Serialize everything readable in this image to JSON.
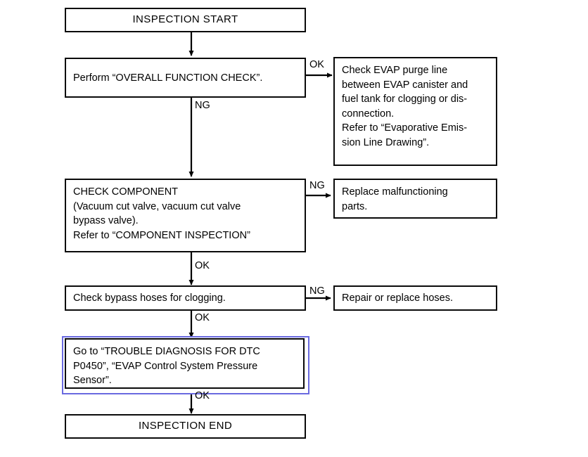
{
  "document": {
    "type": "service-manual-flowchart",
    "background_color": "#ffffff",
    "line_color": "#000000",
    "highlight_border_color": "#6a6ae0"
  },
  "nodes": {
    "start": {
      "id": "inspection-start",
      "text": "INSPECTION START",
      "shape": "terminal"
    },
    "overall_function_check": {
      "id": "perform-overall-function-check",
      "text": "Perform “OVERALL FUNCTION CHECK”.",
      "shape": "process"
    },
    "check_evap_purge_line": {
      "id": "check-evap-purge-line",
      "text": "Check EVAP purge line\nbetween EVAP canister and\nfuel tank for clogging or dis-\nconnection.\nRefer to “Evaporative Emis-\nsion Line Drawing”.",
      "shape": "process"
    },
    "check_component": {
      "id": "check-component",
      "text": "CHECK COMPONENT\n(Vacuum cut valve, vacuum cut valve\nbypass valve).\nRefer to “COMPONENT INSPECTION”",
      "shape": "process"
    },
    "replace_parts": {
      "id": "replace-malfunctioning-parts",
      "text": "Replace malfunctioning\nparts.",
      "shape": "process"
    },
    "check_bypass_hoses": {
      "id": "check-bypass-hoses-for-clogging",
      "text": "Check bypass hoses for clogging.",
      "shape": "process"
    },
    "repair_replace_hoses": {
      "id": "repair-or-replace-hoses",
      "text": "Repair or replace hoses.",
      "shape": "process"
    },
    "go_to_trouble_diagnosis": {
      "id": "go-to-trouble-diagnosis-dtc-p0450",
      "text": "Go to “TROUBLE DIAGNOSIS FOR DTC\nP0450”, “EVAP Control System Pressure\nSensor”.",
      "shape": "process",
      "highlighted": true
    },
    "end": {
      "id": "inspection-end",
      "text": "INSPECTION END",
      "shape": "terminal"
    }
  },
  "edges": {
    "start_to_check": {
      "label": ""
    },
    "check_ok": {
      "label": "OK"
    },
    "check_ng": {
      "label": "NG"
    },
    "component_ng": {
      "label": "NG"
    },
    "component_ok": {
      "label": "OK"
    },
    "hoses_ng": {
      "label": "NG"
    },
    "hoses_ok": {
      "label": "OK"
    },
    "diagnosis_ok": {
      "label": "OK"
    }
  }
}
